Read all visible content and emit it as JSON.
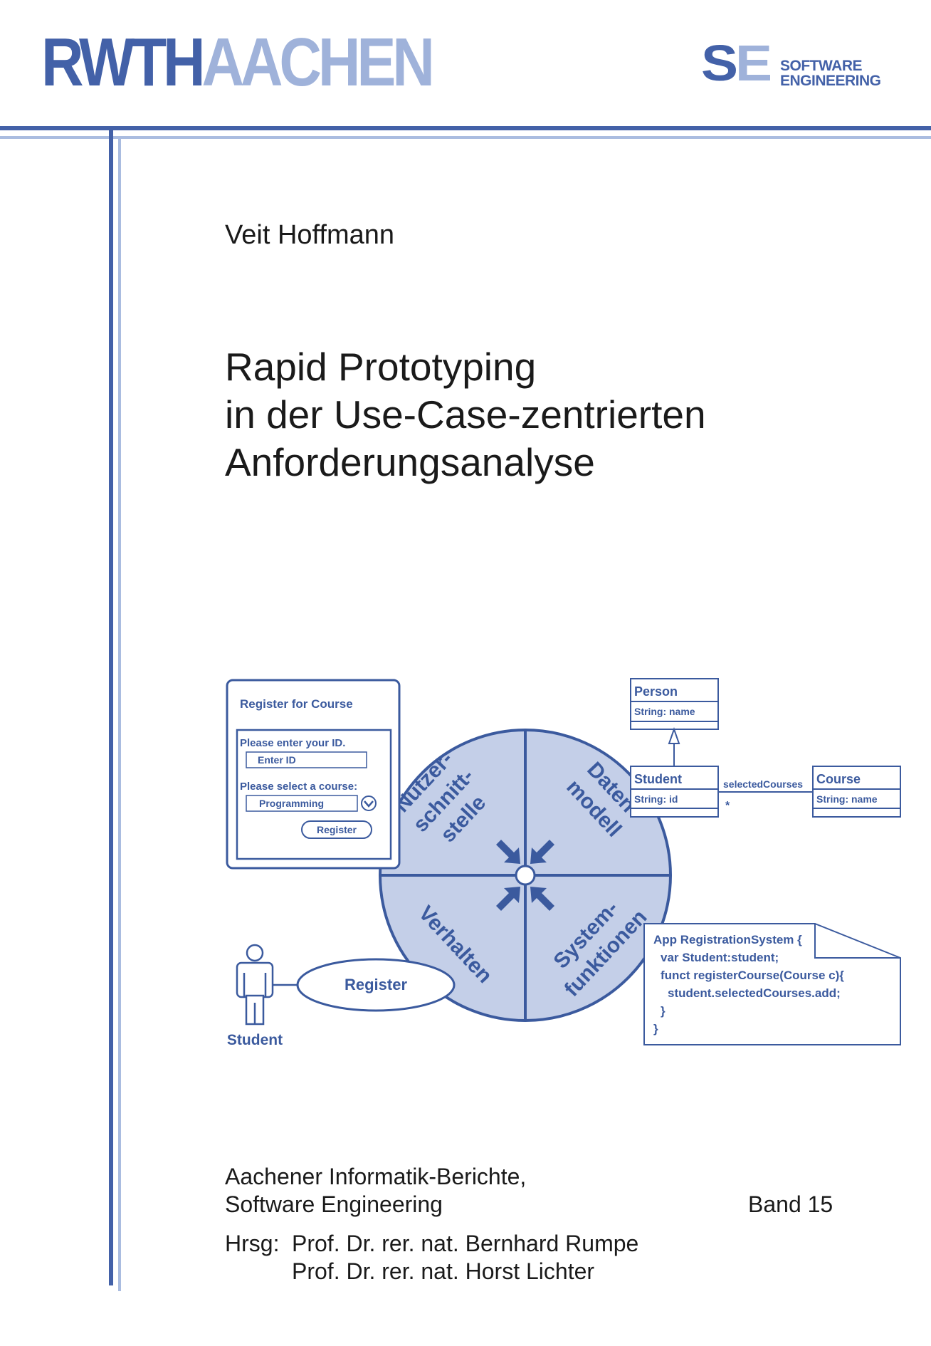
{
  "header": {
    "logo_rwth_part1": "RWTH",
    "logo_rwth_part2": "AACHEN",
    "logo_se_mark_s": "S",
    "logo_se_mark_e": "E",
    "logo_se_word1": "SOFTWARE",
    "logo_se_word2": "ENGINEERING"
  },
  "author": "Veit Hoffmann",
  "title_lines": [
    "Rapid Prototyping",
    "in der Use-Case-zentrierten",
    "Anforderungsanalyse"
  ],
  "diagram": {
    "form": {
      "title": "Register for Course",
      "id_prompt": "Please enter your ID.",
      "id_placeholder": "Enter ID",
      "course_prompt": "Please select a course:",
      "course_value": "Programming",
      "button": "Register"
    },
    "quadrants": {
      "ui": [
        "Nutzer-",
        "schnitt-",
        "stelle"
      ],
      "data": [
        "Daten-",
        "modell"
      ],
      "behavior": "Verhalten",
      "functions": [
        "System-",
        "funktionen"
      ]
    },
    "uml": {
      "person_class": "Person",
      "person_attr": "String: name",
      "student_class": "Student",
      "student_attr": "String: id",
      "course_class": "Course",
      "course_attr": "String: name",
      "association": "selectedCourses",
      "multiplicity": "*"
    },
    "usecase": {
      "label": "Register",
      "actor": "Student"
    },
    "code_lines": [
      "App RegistrationSystem {",
      "var Student:student;",
      "funct registerCourse(Course c){",
      "student.selectedCourses.add;",
      "}",
      "}"
    ]
  },
  "series_lines": [
    "Aachener Informatik-Berichte,",
    "Software Engineering"
  ],
  "band": "Band 15",
  "editors": {
    "label": "Hrsg:",
    "names": [
      "Prof. Dr. rer. nat. Bernhard Rumpe",
      "Prof. Dr. rer. nat. Horst Lichter"
    ]
  },
  "colors": {
    "accent_dark": "#4361a8",
    "accent_light": "#aabce0",
    "circle_fill": "#c4cfe8"
  }
}
